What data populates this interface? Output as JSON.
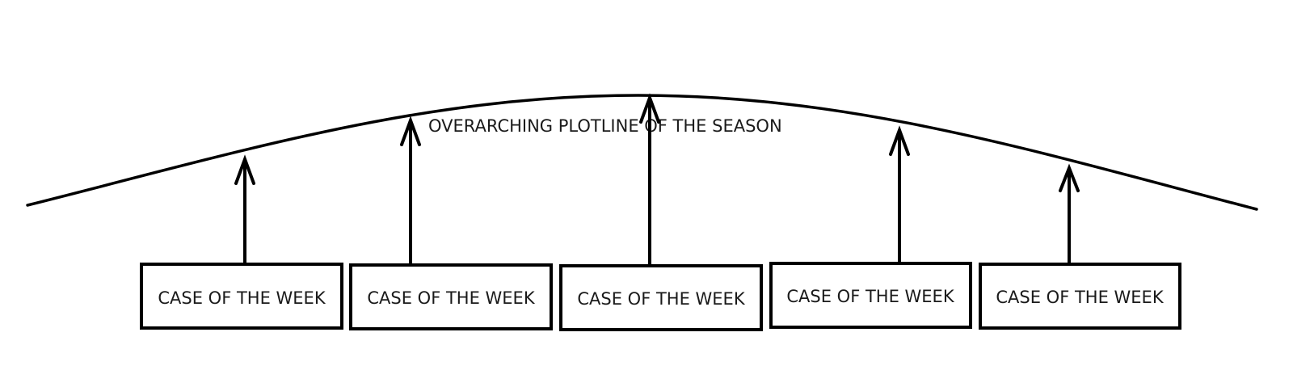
{
  "arc": {
    "label": "OVERARCHING PLOTLINE OF THE SEASON"
  },
  "episodes": [
    {
      "label": "CASE OF THE WEEK"
    },
    {
      "label": "CASE OF THE WEEK"
    },
    {
      "label": "CASE OF THE WEEK"
    },
    {
      "label": "CASE OF THE WEEK"
    },
    {
      "label": "CASE OF THE WEEK"
    }
  ],
  "colors": {
    "stroke": "#000000",
    "text": "#1a1a1a",
    "background": "#ffffff"
  }
}
